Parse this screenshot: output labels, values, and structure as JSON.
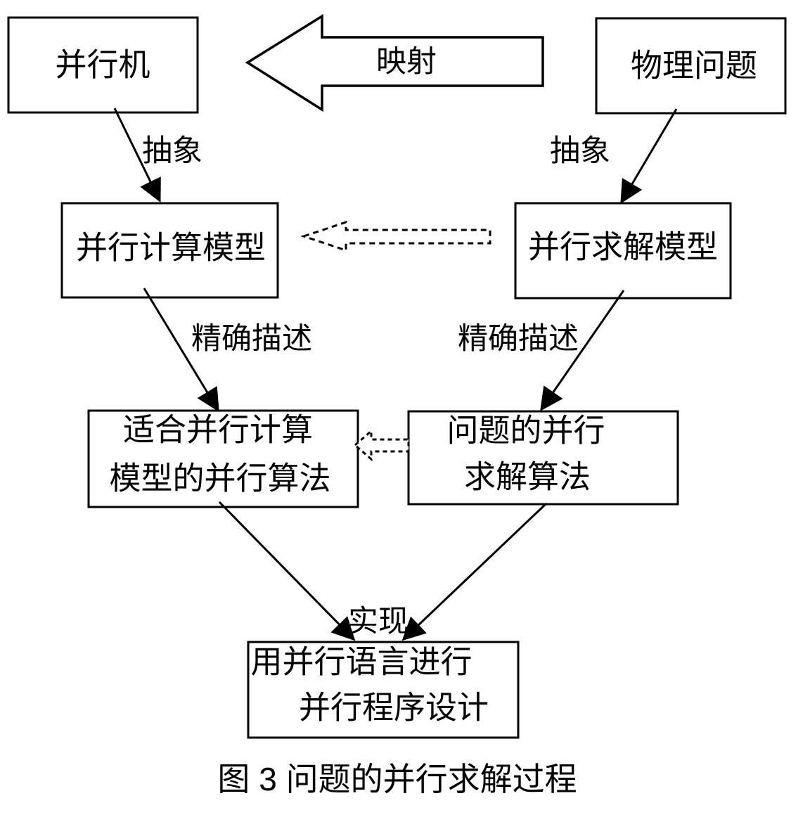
{
  "figure": {
    "caption": "图 3 问题的并行求解过程",
    "colors": {
      "line": "#000000",
      "background": "#ffffff"
    },
    "nodes": {
      "parallel_machine": {
        "label": "并行机"
      },
      "physical_problem": {
        "label": "物理问题"
      },
      "computing_model": {
        "label": "并行计算模型"
      },
      "solving_model": {
        "label": "并行求解模型"
      },
      "suitable_algorithm": {
        "line1": "适合并行计算",
        "line2": "模型的并行算法"
      },
      "problem_algorithm": {
        "line1": "问题的并行",
        "line2": "求解算法"
      },
      "parallel_programming": {
        "line1": "用并行语言进行",
        "line2": "并行程序设计"
      }
    },
    "edge_labels": {
      "mapping": "映射",
      "abstraction_left": "抽象",
      "abstraction_right": "抽象",
      "precise_description_left": "精确描述",
      "precise_description_right": "精确描述",
      "implementation": "实现"
    }
  }
}
